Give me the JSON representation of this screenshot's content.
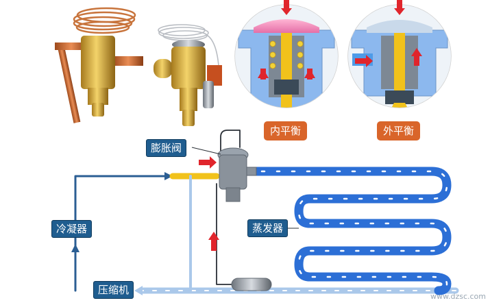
{
  "labels": {
    "expansion_valve": "膨胀阀",
    "condenser": "冷凝器",
    "compressor": "压缩机",
    "evaporator": "蒸发器",
    "internal_balance": "内平衡",
    "external_balance": "外平衡"
  },
  "watermark": "www.dzsc.com",
  "colors": {
    "pipe_blue": "#2c6fd6",
    "pipe_dark": "#2b5e93",
    "label_bg": "#1f5d8f",
    "badge_orange": "#d9652a",
    "arrow_red": "#e0252c",
    "liquid_yellow": "#f1c21b"
  }
}
